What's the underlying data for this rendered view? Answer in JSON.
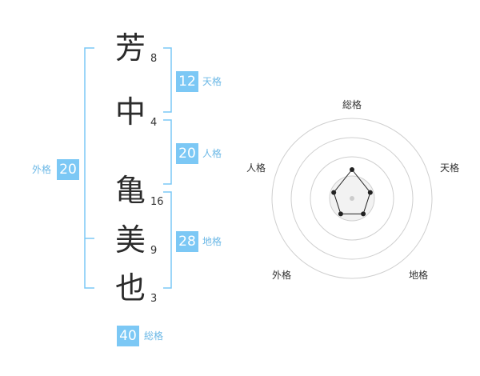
{
  "name_chars": [
    {
      "char": "芳",
      "strokes": "8"
    },
    {
      "char": "中",
      "strokes": "4"
    },
    {
      "char": "亀",
      "strokes": "16"
    },
    {
      "char": "美",
      "strokes": "9"
    },
    {
      "char": "也",
      "strokes": "3"
    }
  ],
  "kaku": {
    "tenkaku": {
      "value": "12",
      "label": "天格"
    },
    "jinkaku": {
      "value": "20",
      "label": "人格"
    },
    "chikaku": {
      "value": "28",
      "label": "地格"
    },
    "gaikaku": {
      "value": "20",
      "label": "外格"
    },
    "soukaku": {
      "value": "40",
      "label": "総格"
    }
  },
  "radar": {
    "axes": [
      "総格",
      "天格",
      "地格",
      "外格",
      "人格"
    ],
    "levels": 4,
    "values": [
      2,
      1,
      1,
      1,
      1
    ],
    "max": 5
  },
  "colors": {
    "accent": "#7cc8f5",
    "bracket": "#7cc8f5",
    "label": "#6cb8e6"
  }
}
